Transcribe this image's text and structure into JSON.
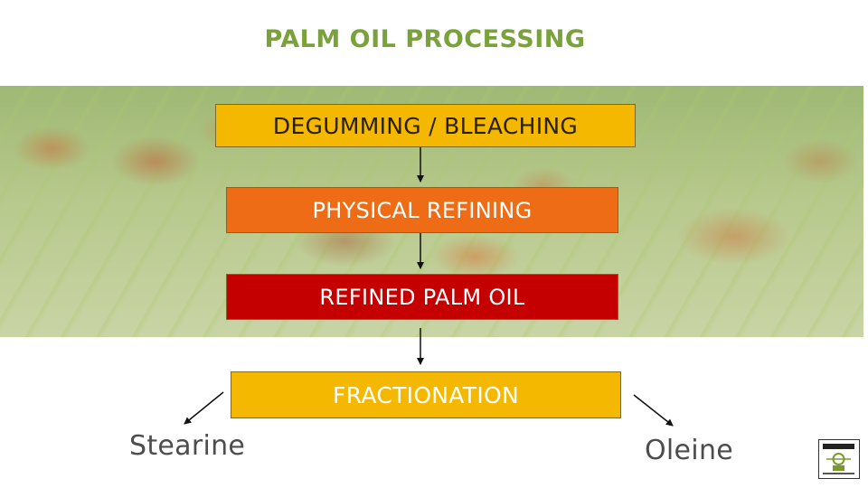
{
  "title": "PALM OIL PROCESSING",
  "steps": [
    {
      "label": "DEGUMMING / BLEACHING",
      "color": "#f5b800"
    },
    {
      "label": "PHYSICAL REFINING",
      "color": "#ef6c16"
    },
    {
      "label": "REFINED PALM OIL",
      "color": "#c40000"
    },
    {
      "label": "FRACTIONATION",
      "color": "#f5b800"
    }
  ],
  "products": {
    "left": "Stearine",
    "right": "Oleine"
  },
  "background_image": "palm-fruit-photo",
  "logo_icon": "company-logo-icon"
}
